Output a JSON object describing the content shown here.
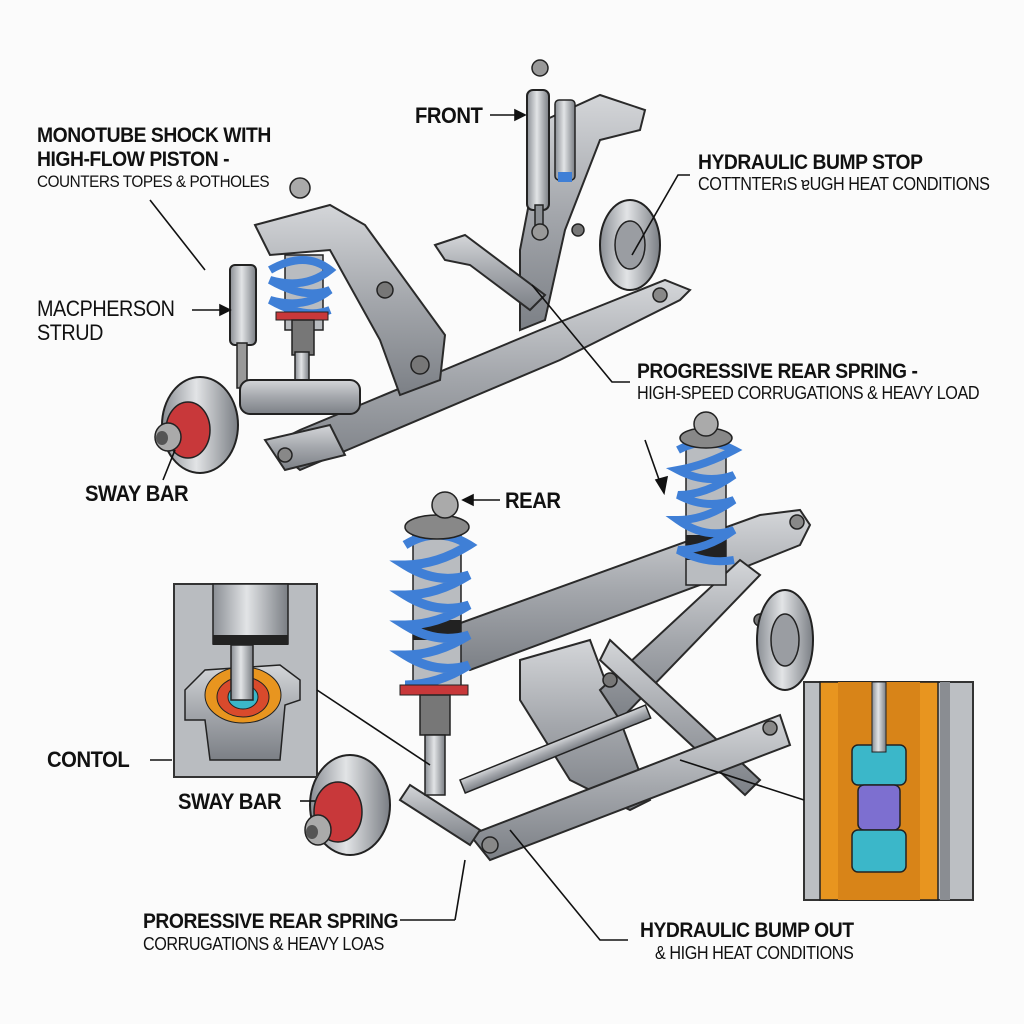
{
  "title": "Front and rear suspension assembly illustration",
  "colors": {
    "background": "#fbfbfb",
    "metal": "#a9acb1",
    "metal_dark": "#6d7177",
    "spring_blue": "#3f7fd6",
    "bushing_red": "#c8383a",
    "cutaway_orange": "#e8951f",
    "cutaway_teal": "#3bb7c9",
    "cutaway_purple": "#7d6fd0",
    "inset_bg": "#b9bcc0"
  },
  "labels": {
    "front": "FRONT",
    "rear": "REAR",
    "monotube": {
      "title_line1": "MONOTUBE SHOCK WITH",
      "title_line2": "HIGH-FLOW PISTON -",
      "subtitle": "COUNTERS TOPES & POTHOLES"
    },
    "hydraulic_bump_stop": {
      "title": "HYDRAULIC BUMP STOP",
      "subtitle": "COTTNTERıS ɐUGH HEAT CONDITIONS"
    },
    "macpherson": {
      "line1": "MACPHERSON",
      "line2": "STRUD"
    },
    "progressive_rear_spring_top": {
      "title": "PROGRESSIVE REAR SPRING -",
      "subtitle": "HIGH-SPEED CORRUGATIONS & HEAVY LOAD"
    },
    "sway_bar_top": "SWAY BAR",
    "control": "CONTOL",
    "sway_bar_bottom": "SWAY BAR",
    "progressive_rear_spring_bottom": {
      "title": "PRORESSIVE REAR SPRING",
      "subtitle": "CORRUGATIONS & HEAVY LOAS"
    },
    "hydraulic_bump_out": {
      "title": "HYDRAULIC BUMP OUT",
      "subtitle": "& HIGH HEAT CONDITIONS"
    }
  }
}
